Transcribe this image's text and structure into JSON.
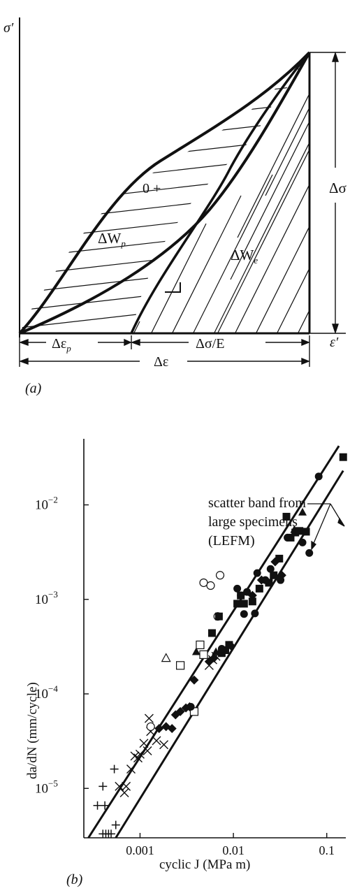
{
  "figure_a": {
    "panel_label": "(a)",
    "y_axis_label": "σ′",
    "x_axis_label": "ε′",
    "zero_marker": "0 +",
    "plastic_area_label": "ΔW",
    "plastic_area_subscript": "p",
    "elastic_area_label": "ΔW",
    "elastic_area_subscript": "e",
    "stress_range_label": "Δσ",
    "plastic_strain_label": "Δε",
    "plastic_strain_subscript": "p",
    "elastic_strain_label": "Δσ/E",
    "total_strain_label": "Δε"
  },
  "figure_b": {
    "panel_label": "(b)",
    "annotation": [
      "scatter band from",
      "large specimens",
      "(LEFM)"
    ],
    "chart_data": {
      "type": "scatter",
      "xlabel": "cyclic J (MPa m)",
      "ylabel": "da/dN (mm/cycle)",
      "x_scale": "log",
      "y_scale": "log",
      "xlim": [
        0.00025,
        0.16
      ],
      "ylim": [
        3e-06,
        0.05
      ],
      "x_ticks": [
        {
          "value": 0.001,
          "label": "0.001"
        },
        {
          "value": 0.01,
          "label": "0.01"
        },
        {
          "value": 0.1,
          "label": "0.1"
        }
      ],
      "y_ticks": [
        {
          "value": 1e-05,
          "base": "10",
          "exp": "−5"
        },
        {
          "value": 0.0001,
          "base": "10",
          "exp": "−4"
        },
        {
          "value": 0.001,
          "base": "10",
          "exp": "−3"
        },
        {
          "value": 0.01,
          "base": "10",
          "exp": "−2"
        }
      ],
      "band_lines": [
        {
          "from": [
            0.00028,
            3e-06
          ],
          "to": [
            0.135,
            0.042
          ]
        },
        {
          "from": [
            0.00055,
            3e-06
          ],
          "to": [
            0.15,
            0.023
          ]
        }
      ],
      "series": [
        {
          "marker": "plus",
          "points": [
            [
              0.00035,
              6.6e-06
            ],
            [
              0.00042,
              6.6e-06
            ],
            [
              0.0004,
              1.05e-05
            ],
            [
              0.00053,
              1.6e-05
            ],
            [
              0.00055,
              4.1e-06
            ],
            [
              0.0004,
              3.3e-06
            ],
            [
              0.00043,
              3.3e-06
            ],
            [
              0.00046,
              3.3e-06
            ],
            [
              0.00049,
              3.3e-06
            ]
          ]
        },
        {
          "marker": "cross",
          "points": [
            [
              0.0006,
              1.05e-05
            ],
            [
              0.00068,
              9e-06
            ],
            [
              0.00071,
              1.05e-05
            ],
            [
              0.0008,
              1.6e-05
            ],
            [
              0.00088,
              2.2e-05
            ],
            [
              0.00095,
              2.1e-05
            ],
            [
              0.001,
              2.3e-05
            ],
            [
              0.0011,
              3e-05
            ],
            [
              0.0012,
              2.5e-05
            ],
            [
              0.0013,
              4e-05
            ],
            [
              0.00125,
              5.5e-05
            ],
            [
              0.0015,
              3.2e-05
            ],
            [
              0.0018,
              2.9e-05
            ],
            [
              0.0055,
              0.0002
            ],
            [
              0.0065,
              0.00025
            ],
            [
              0.006,
              0.00023
            ]
          ]
        },
        {
          "marker": "circle-open",
          "points": [
            [
              0.0013,
              4.5e-05
            ],
            [
              0.0048,
              0.0015
            ],
            [
              0.0057,
              0.0014
            ],
            [
              0.0072,
              0.0018
            ],
            [
              0.0068,
              0.00066
            ]
          ]
        },
        {
          "marker": "square-open",
          "points": [
            [
              0.0027,
              0.0002
            ],
            [
              0.0038,
              6.5e-05
            ],
            [
              0.0044,
              0.00033
            ],
            [
              0.0048,
              0.00026
            ]
          ]
        },
        {
          "marker": "triangle-open",
          "points": [
            [
              0.0019,
              0.00024
            ]
          ]
        },
        {
          "marker": "diamond-filled",
          "points": [
            [
              0.0016,
              4.3e-05
            ],
            [
              0.0019,
              4.5e-05
            ],
            [
              0.0022,
              4.3e-05
            ],
            [
              0.0024,
              6e-05
            ],
            [
              0.0027,
              6.5e-05
            ],
            [
              0.0031,
              7.1e-05
            ],
            [
              0.0034,
              7.3e-05
            ],
            [
              0.0038,
              0.00014
            ],
            [
              0.0055,
              0.00022
            ],
            [
              0.0062,
              0.00024
            ],
            [
              0.0095,
              0.00032
            ],
            [
              0.016,
              0.0011
            ],
            [
              0.02,
              0.0016
            ],
            [
              0.028,
              0.0025
            ],
            [
              0.033,
              0.0018
            ]
          ]
        },
        {
          "marker": "triangle-filled",
          "points": [
            [
              0.004,
              0.00028
            ],
            [
              0.0065,
              0.00028
            ],
            [
              0.055,
              0.0084
            ],
            [
              0.045,
              0.0055
            ]
          ]
        },
        {
          "marker": "square-filled",
          "points": [
            [
              0.0059,
              0.00044
            ],
            [
              0.007,
              0.00066
            ],
            [
              0.0075,
              0.00027
            ],
            [
              0.0082,
              0.00029
            ],
            [
              0.009,
              0.00033
            ],
            [
              0.011,
              0.0009
            ],
            [
              0.012,
              0.0011
            ],
            [
              0.013,
              0.0009
            ],
            [
              0.016,
              0.00095
            ],
            [
              0.019,
              0.0013
            ],
            [
              0.024,
              0.0015
            ],
            [
              0.027,
              0.0018
            ],
            [
              0.031,
              0.0027
            ],
            [
              0.037,
              0.0075
            ],
            [
              0.041,
              0.0045
            ],
            [
              0.046,
              0.0051
            ],
            [
              0.051,
              0.0053
            ],
            [
              0.06,
              0.0052
            ],
            [
              0.15,
              0.032
            ]
          ]
        },
        {
          "marker": "circle-filled",
          "points": [
            [
              0.0035,
              7.3e-05
            ],
            [
              0.0075,
              0.0003
            ],
            [
              0.009,
              0.00033
            ],
            [
              0.011,
              0.0013
            ],
            [
              0.012,
              0.0011
            ],
            [
              0.013,
              0.0007
            ],
            [
              0.014,
              0.0012
            ],
            [
              0.017,
              0.00071
            ],
            [
              0.018,
              0.0019
            ],
            [
              0.022,
              0.0016
            ],
            [
              0.025,
              0.0021
            ],
            [
              0.032,
              0.0016
            ],
            [
              0.038,
              0.0045
            ],
            [
              0.055,
              0.004
            ],
            [
              0.065,
              0.0031
            ],
            [
              0.082,
              0.02
            ]
          ]
        }
      ]
    }
  }
}
